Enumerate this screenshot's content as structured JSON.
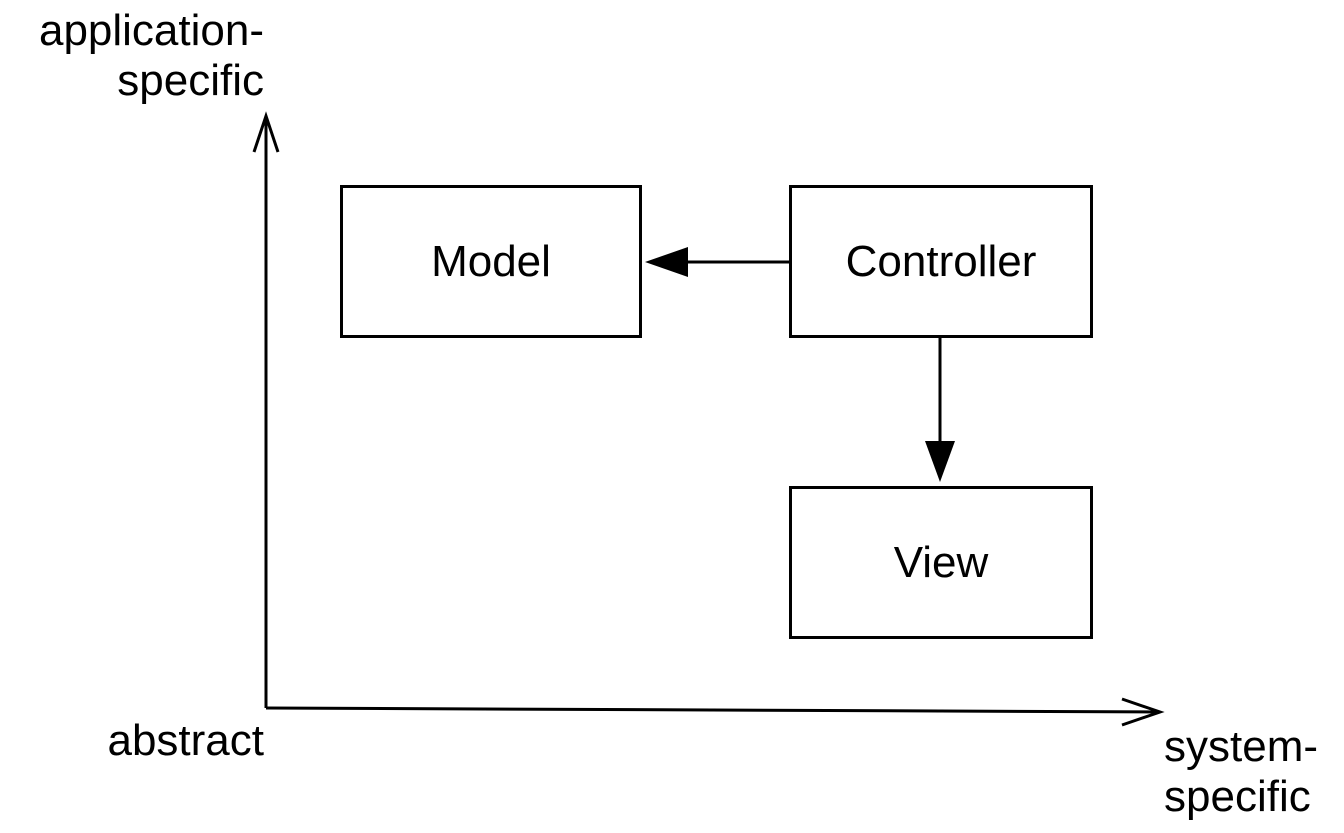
{
  "axes": {
    "y_end_label": [
      "application-",
      "specific"
    ],
    "origin_label": "abstract",
    "x_end_label": [
      "system-",
      "specific"
    ]
  },
  "boxes": {
    "model": "Model",
    "controller": "Controller",
    "view": "View"
  },
  "colors": {
    "stroke": "#000000",
    "background": "#ffffff"
  }
}
